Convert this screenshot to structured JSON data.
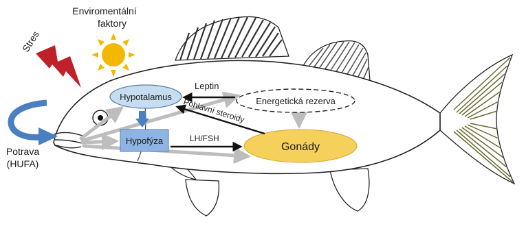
{
  "labels": {
    "env_line1": "Enviromentální",
    "env_line2": "faktory",
    "stress": "Stres",
    "food_line1": "Potrava",
    "food_line2": "(HUFA)",
    "hypothalamus": "Hypotalamus",
    "pituitary": "Hypofýza",
    "gonads": "Gonády",
    "energy": "Energetická rezerva",
    "leptin": "Leptin",
    "lh_fsh": "LH/FSH",
    "steroids": "Pohlavní steroidy"
  },
  "colors": {
    "hypothalamus_fill": "#c6dcef",
    "pituitary_fill": "#8db4e2",
    "gonads_fill": "#f5d05a",
    "sun": "#f5b800",
    "stress_bolt": "#c0202a",
    "food_arrow": "#4a7fc1",
    "grey_arrow": "#bdbdbd"
  },
  "icons": [
    "sun-icon",
    "lightning-bolt-icon",
    "curved-arrow-icon",
    "fish-outline-icon"
  ]
}
